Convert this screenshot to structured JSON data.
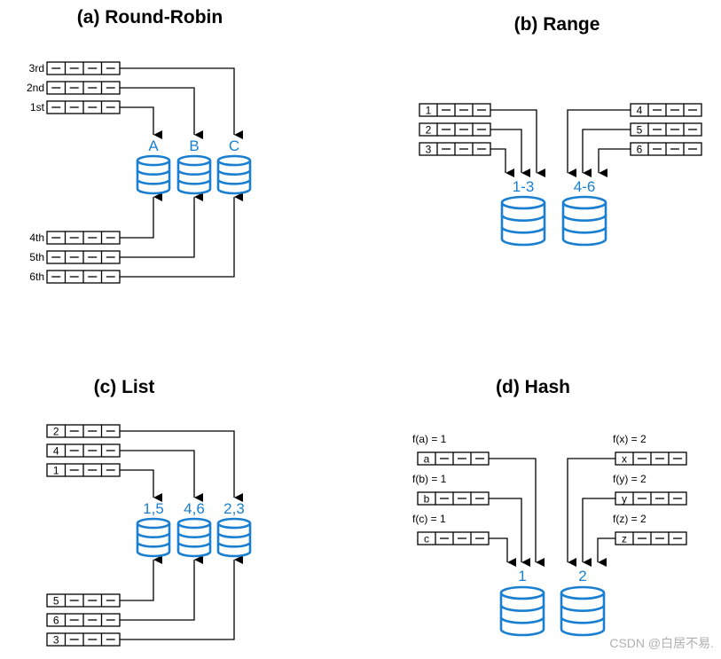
{
  "panels": {
    "a": {
      "title": "(a) Round-Robin",
      "top_rows": [
        "3rd",
        "2nd",
        "1st"
      ],
      "bottom_rows": [
        "4th",
        "5th",
        "6th"
      ],
      "dbs": [
        "A",
        "B",
        "C"
      ]
    },
    "b": {
      "title": "(b) Range",
      "left_rows": [
        "1",
        "2",
        "3"
      ],
      "right_rows": [
        "4",
        "5",
        "6"
      ],
      "dbs": [
        "1-3",
        "4-6"
      ]
    },
    "c": {
      "title": "(c) List",
      "top_rows": [
        "2",
        "4",
        "1"
      ],
      "bottom_rows": [
        "5",
        "6",
        "3"
      ],
      "dbs": [
        "1,5",
        "4,6",
        "2,3"
      ]
    },
    "d": {
      "title": "(d) Hash",
      "left_labels": [
        "f(a) = 1",
        "f(b) = 1",
        "f(c) = 1"
      ],
      "left_rows": [
        "a",
        "b",
        "c"
      ],
      "right_labels": [
        "f(x) = 2",
        "f(y) = 2",
        "f(z) = 2"
      ],
      "right_rows": [
        "x",
        "y",
        "z"
      ],
      "dbs": [
        "1",
        "2"
      ]
    }
  },
  "watermark": "CSDN @白居不易.",
  "colors": {
    "accent": "#1a7fd1",
    "line": "#000000"
  },
  "icons": {
    "db": "database-icon",
    "row": "table-row-icon",
    "arrow": "arrow-down-icon"
  }
}
